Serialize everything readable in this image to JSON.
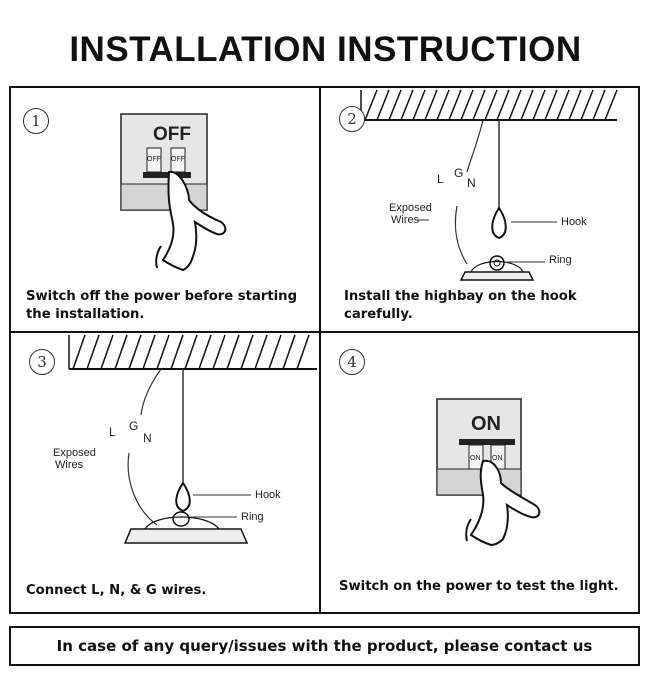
{
  "title": "INSTALLATION INSTRUCTION",
  "steps": [
    {
      "number": "1",
      "switch_label": "OFF",
      "toggle_label": "OFF",
      "caption_line1": "Switch off the power before starting",
      "caption_line2": "the installation."
    },
    {
      "number": "2",
      "wire_L": "L",
      "wire_G": "G",
      "wire_N": "N",
      "exposed_line1": "Exposed",
      "exposed_line2": "Wires",
      "hook": "Hook",
      "ring": "Ring",
      "caption_line1": "Install the highbay on the hook",
      "caption_line2": "carefully."
    },
    {
      "number": "3",
      "wire_L": "L",
      "wire_G": "G",
      "wire_N": "N",
      "exposed_line1": "Exposed",
      "exposed_line2": "Wires",
      "hook": "Hook",
      "ring": "Ring",
      "caption_line1": "Connect L, N, & G wires."
    },
    {
      "number": "4",
      "switch_label": "ON",
      "toggle_label": "ON",
      "caption_line1": "Switch on the power to test the light."
    }
  ],
  "footer": "In case of any query/issues with the product, please contact us"
}
